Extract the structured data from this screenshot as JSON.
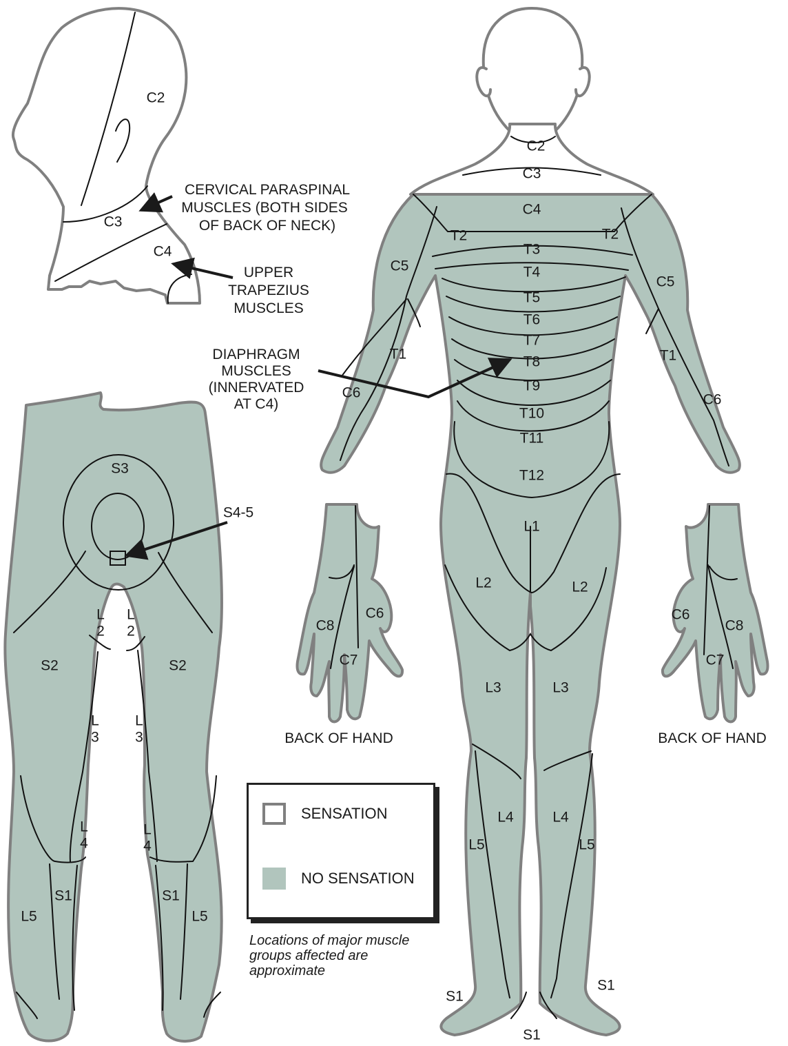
{
  "colors": {
    "no_sensation": "#b1c5bd",
    "outline": "#808080",
    "line": "#111111"
  },
  "head_view": {
    "labels": {
      "c2": "C2",
      "c3": "C3",
      "c4": "C4"
    },
    "callout_paraspinal": [
      "CERVICAL PARASPINAL",
      "MUSCLES (BOTH SIDES",
      "OF BACK OF NECK)"
    ],
    "callout_trapezius": [
      "UPPER",
      "TRAPEZIUS",
      "MUSCLES"
    ]
  },
  "front_view": {
    "labels": {
      "c2": "C2",
      "c3": "C3",
      "c4": "C4",
      "t2_left": "T2",
      "t2_right": "T2",
      "t3": "T3",
      "t4": "T4",
      "t5": "T5",
      "t6": "T6",
      "t7": "T7",
      "t8": "T8",
      "t9": "T9",
      "t10": "T10",
      "t11": "T11",
      "t12": "T12",
      "c5_left": "C5",
      "c5_right": "C5",
      "t1_left": "T1",
      "t1_right": "T1",
      "c6_left": "C6",
      "c6_right": "C6",
      "l1": "L1",
      "l2_left": "L2",
      "l2_right": "L2",
      "l3_left": "L3",
      "l3_right": "L3",
      "l4_left": "L4",
      "l4_right": "L4",
      "l5_left": "L5",
      "l5_right": "L5",
      "s1_left": "S1",
      "s1_right": "S1",
      "s1_center": "S1"
    },
    "callout_diaphragm": [
      "DIAPHRAGM",
      "MUSCLES",
      "(INNERVATED",
      "AT C4)"
    ]
  },
  "hands": {
    "left": {
      "c8": "C8",
      "c6": "C6",
      "c7": "C7",
      "caption": "BACK OF HAND"
    },
    "right": {
      "c6": "C6",
      "c8": "C8",
      "c7": "C7",
      "caption": "BACK OF HAND"
    }
  },
  "back_view": {
    "labels": {
      "s3": "S3",
      "s45": "S4-5",
      "s2_left": "S2",
      "s2_right": "S2",
      "l2a": "L",
      "l2b": "2",
      "l2c": "L",
      "l2d": "2",
      "l3a": "L",
      "l3b": "3",
      "l3c": "L",
      "l3d": "3",
      "l4a": "L",
      "l4b": "4",
      "l4c": "L",
      "l4d": "4",
      "s1_left": "S1",
      "s1_right": "S1",
      "l5_left": "L5",
      "l5_right": "L5"
    }
  },
  "legend": {
    "sensation": "SENSATION",
    "no_sensation": "NO SENSATION"
  },
  "note": "Locations of major muscle groups affected are approximate"
}
